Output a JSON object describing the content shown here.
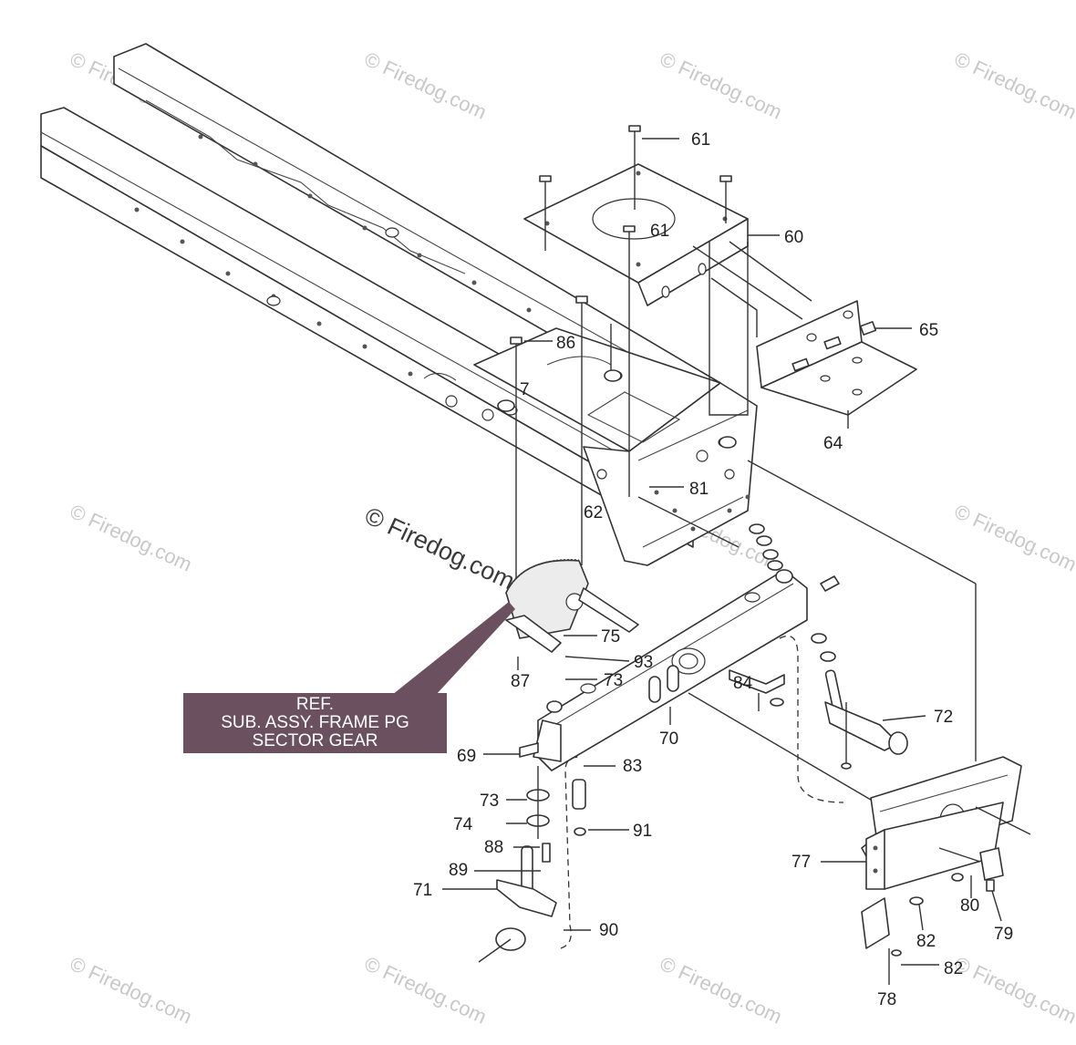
{
  "watermark": {
    "text": "© Firedog.com"
  },
  "reference_note": {
    "line1": "REF.",
    "line2": "SUB. ASSY. FRAME PG",
    "line3": "SECTOR GEAR"
  },
  "callouts": {
    "c61a": "61",
    "c61b": "61",
    "c60": "60",
    "c65": "65",
    "c86": "86",
    "c7": "7",
    "c64": "64",
    "c81": "81",
    "c62": "62",
    "c75": "75",
    "c93": "93",
    "c73a": "73",
    "c87": "87",
    "c84": "84",
    "c72": "72",
    "c70": "70",
    "c69": "69",
    "c83": "83",
    "c73b": "73",
    "c74": "74",
    "c91": "91",
    "c88": "88",
    "c89": "89",
    "c71": "71",
    "c90": "90",
    "c77": "77",
    "c80": "80",
    "c79": "79",
    "c82a": "82",
    "c82b": "82",
    "c78": "78"
  },
  "colors": {
    "ref_box": "#6b5060",
    "line": "#333333",
    "watermark": "#c8c8c8"
  }
}
